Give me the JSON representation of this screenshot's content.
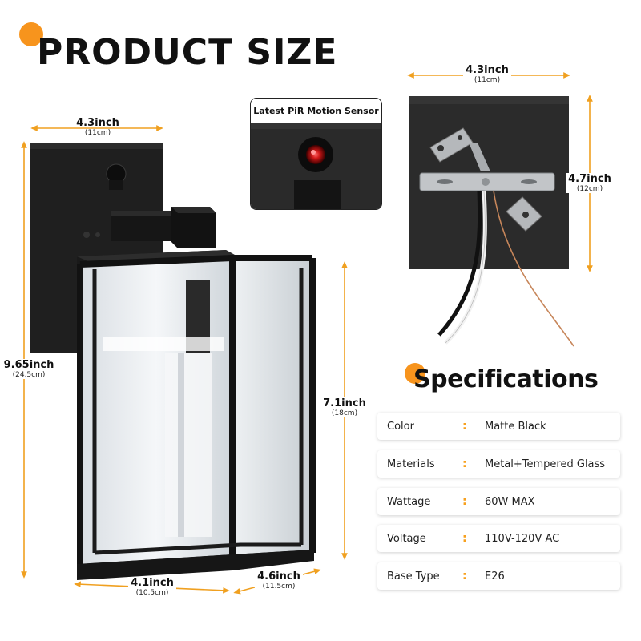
{
  "title": "PRODUCT SIZE",
  "sensor_callout": {
    "label": "Latest PiR Motion Sensor"
  },
  "dimensions": {
    "front_width": {
      "main": "4.3inch",
      "sub": "(11cm)"
    },
    "total_height": {
      "main": "9.65inch",
      "sub": "(24.5cm)"
    },
    "glass_height": {
      "main": "7.1inch",
      "sub": "(18cm)"
    },
    "bottom_width": {
      "main": "4.1inch",
      "sub": "(10.5cm)"
    },
    "bottom_depth": {
      "main": "4.6inch",
      "sub": "(11.5cm)"
    },
    "back_width": {
      "main": "4.3inch",
      "sub": "(11cm)"
    },
    "back_height": {
      "main": "4.7inch",
      "sub": "(12cm)"
    }
  },
  "specifications": {
    "title": "Specifications",
    "rows": [
      {
        "label": "Color",
        "value": "Matte Black"
      },
      {
        "label": "Materials",
        "value": "Metal+Tempered Glass"
      },
      {
        "label": "Wattage",
        "value": "60W MAX"
      },
      {
        "label": "Voltage",
        "value": "110V-120V AC"
      },
      {
        "label": "Base Type",
        "value": "E26"
      }
    ]
  },
  "colors": {
    "accent": "#f7941d",
    "fixture": "#1e1e1e",
    "arrow": "#f0a020"
  }
}
